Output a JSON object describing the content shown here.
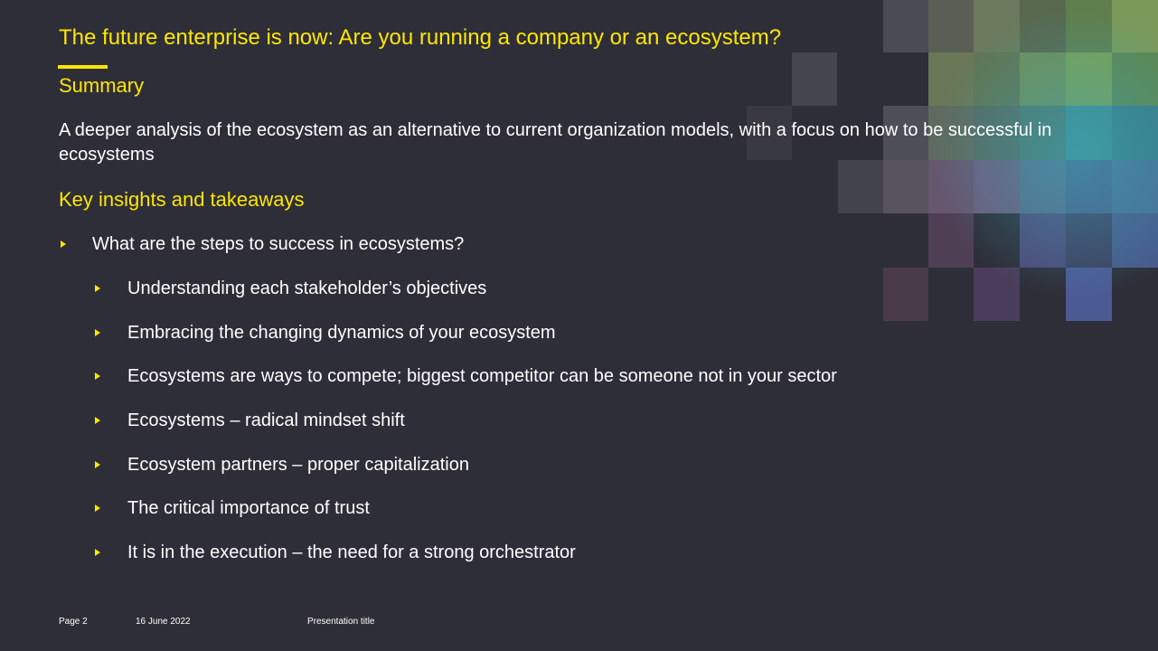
{
  "slide": {
    "title": "The future enterprise is now: Are you running a company or an ecosystem?",
    "summary_heading": "Summary",
    "summary_text": "A deeper analysis of the ecosystem as an alternative to current organization models, with a focus on how to be successful in ecosystems",
    "insights_heading": "Key insights and takeaways",
    "main_bullet": "What are the steps to success in ecosystems?",
    "sub_bullets": [
      "Understanding each stakeholder’s objectives",
      "Embracing the changing dynamics of your ecosystem",
      "Ecosystems are ways to compete; biggest competitor can be someone not in your sector",
      "Ecosystems – radical mindset shift",
      "Ecosystem partners – proper capitalization",
      "The critical importance of trust",
      "It is in the execution – the need for a strong orchestrator"
    ]
  },
  "footer": {
    "page": "Page 2",
    "date": "16 June 2022",
    "presentation_title": "Presentation title"
  },
  "colors": {
    "background": "#2e2e38",
    "accent": "#ffe600",
    "text": "#ffffff"
  }
}
